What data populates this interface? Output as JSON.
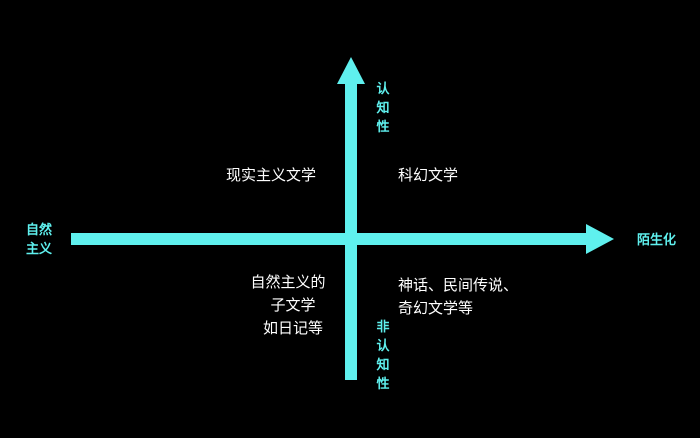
{
  "colors": {
    "background": "#000000",
    "axis": "#5ff0ee",
    "text": "#ffffff"
  },
  "axes": {
    "left": "自然主义",
    "right": "陌生化",
    "top": "认知性",
    "bottom": "非认知性"
  },
  "quadrants": {
    "top_left": [
      "现实主义文学"
    ],
    "top_right": [
      "科幻文学"
    ],
    "bottom_left": [
      "自然主义的",
      "子文学",
      "如日记等"
    ],
    "bottom_right": [
      "神话、民间传说、",
      "奇幻文学等"
    ]
  }
}
